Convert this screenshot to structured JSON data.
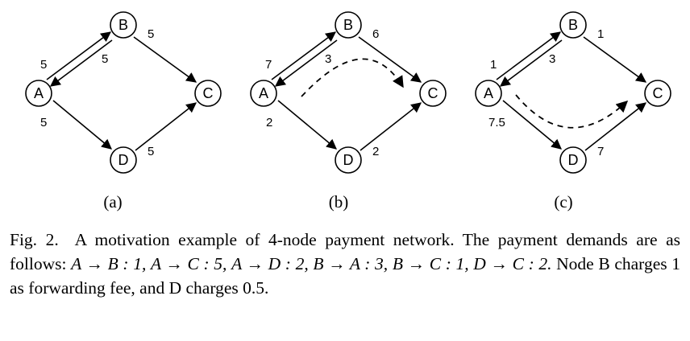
{
  "nodes": [
    "A",
    "B",
    "C",
    "D"
  ],
  "panels": [
    {
      "label": "(a)",
      "edges": [
        {
          "from": "A",
          "to": "B",
          "value": "5"
        },
        {
          "from": "B",
          "to": "A",
          "value": "5"
        },
        {
          "from": "B",
          "to": "C",
          "value": "5"
        },
        {
          "from": "A",
          "to": "D",
          "value": "5"
        },
        {
          "from": "D",
          "to": "C",
          "value": "5"
        }
      ],
      "route": null
    },
    {
      "label": "(b)",
      "edges": [
        {
          "from": "A",
          "to": "B",
          "value": "7"
        },
        {
          "from": "B",
          "to": "A",
          "value": "3"
        },
        {
          "from": "B",
          "to": "C",
          "value": "6"
        },
        {
          "from": "A",
          "to": "D",
          "value": "2"
        },
        {
          "from": "D",
          "to": "C",
          "value": "2"
        }
      ],
      "route": "A-B-C"
    },
    {
      "label": "(c)",
      "edges": [
        {
          "from": "A",
          "to": "B",
          "value": "1"
        },
        {
          "from": "B",
          "to": "A",
          "value": "3"
        },
        {
          "from": "B",
          "to": "C",
          "value": "1"
        },
        {
          "from": "A",
          "to": "D",
          "value": "7.5"
        },
        {
          "from": "D",
          "to": "C",
          "value": "7"
        }
      ],
      "route": "A-D-C"
    }
  ],
  "caption": {
    "label": "Fig. 2.",
    "text": "A motivation example of 4-node payment network. The payment demands are as follows:",
    "demands": [
      "A → B : 1,",
      "A → C : 5,",
      "A → D : 2,",
      "B → A : 3,",
      "B → C : 1,",
      "D → C : 2."
    ],
    "tail": "Node B charges 1 as forwarding fee, and D charges 0.5."
  }
}
